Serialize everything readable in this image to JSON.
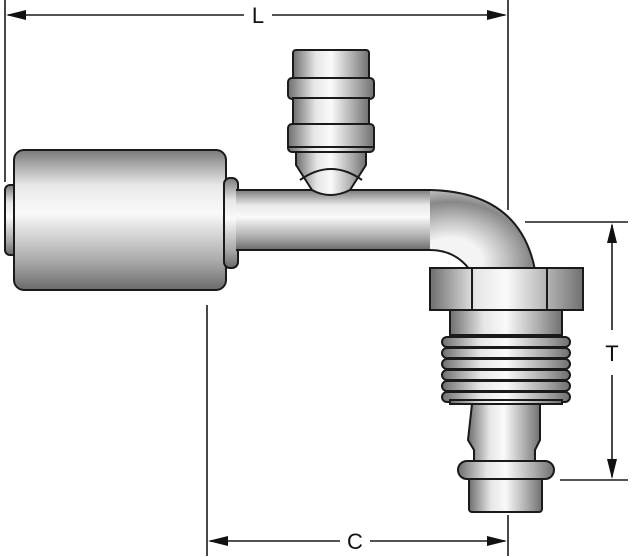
{
  "diagram": {
    "dimensions": {
      "length_label": "L",
      "height_label": "T",
      "center_label": "C"
    },
    "colors": {
      "metal_light": "#f4f4f4",
      "metal_dark": "#6e6e6e",
      "outline": "#1a1a1a"
    }
  }
}
